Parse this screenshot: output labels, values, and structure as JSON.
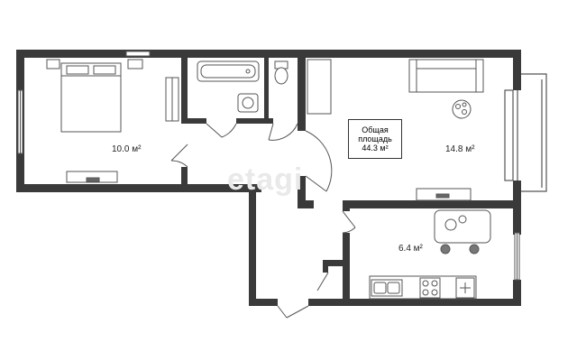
{
  "floor_plan": {
    "watermark": "etagi",
    "total_area": {
      "label": "Общая площадь",
      "value": "44.3 м²"
    },
    "rooms": [
      {
        "id": "bedroom",
        "area": "10.0 м²"
      },
      {
        "id": "living_room",
        "area": "14.8 м²"
      },
      {
        "id": "kitchen",
        "area": "6.4 м²"
      }
    ],
    "colors": {
      "wall": "#3a3a3a",
      "furniture": "#555555",
      "background": "#ffffff"
    },
    "icons": [
      "bed-icon",
      "sofa-icon",
      "bathtub-icon",
      "toilet-icon",
      "sink-icon",
      "wardrobe-icon",
      "tv-stand-icon",
      "dining-table-icon",
      "stove-icon",
      "kitchen-sink-icon",
      "fridge-icon",
      "plant-icon",
      "door-icon",
      "window-icon"
    ]
  }
}
